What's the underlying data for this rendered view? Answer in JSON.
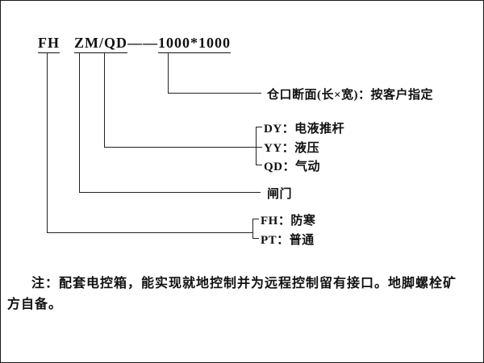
{
  "colors": {
    "ink": "#111111",
    "line": "#222222",
    "background": "#ffffff"
  },
  "model_code": {
    "prefix": "FH",
    "gate": "ZM/QD",
    "dash": "——",
    "size": "1000*1000"
  },
  "callouts": {
    "opening": "仓口断面(长×宽)：按客户指定",
    "drive_options": [
      {
        "label": "DY：电液推杆"
      },
      {
        "label": "YY：液压"
      },
      {
        "label": "QD：气动"
      }
    ],
    "gate": "闸门",
    "prefix_options": [
      {
        "label": "FH：防寒"
      },
      {
        "label": "PT：普通"
      }
    ]
  },
  "note": {
    "line1": "注：配套电控箱，能实现就地控制并为远程控制留有接口。地脚螺栓矿",
    "line2": "方自备。"
  }
}
